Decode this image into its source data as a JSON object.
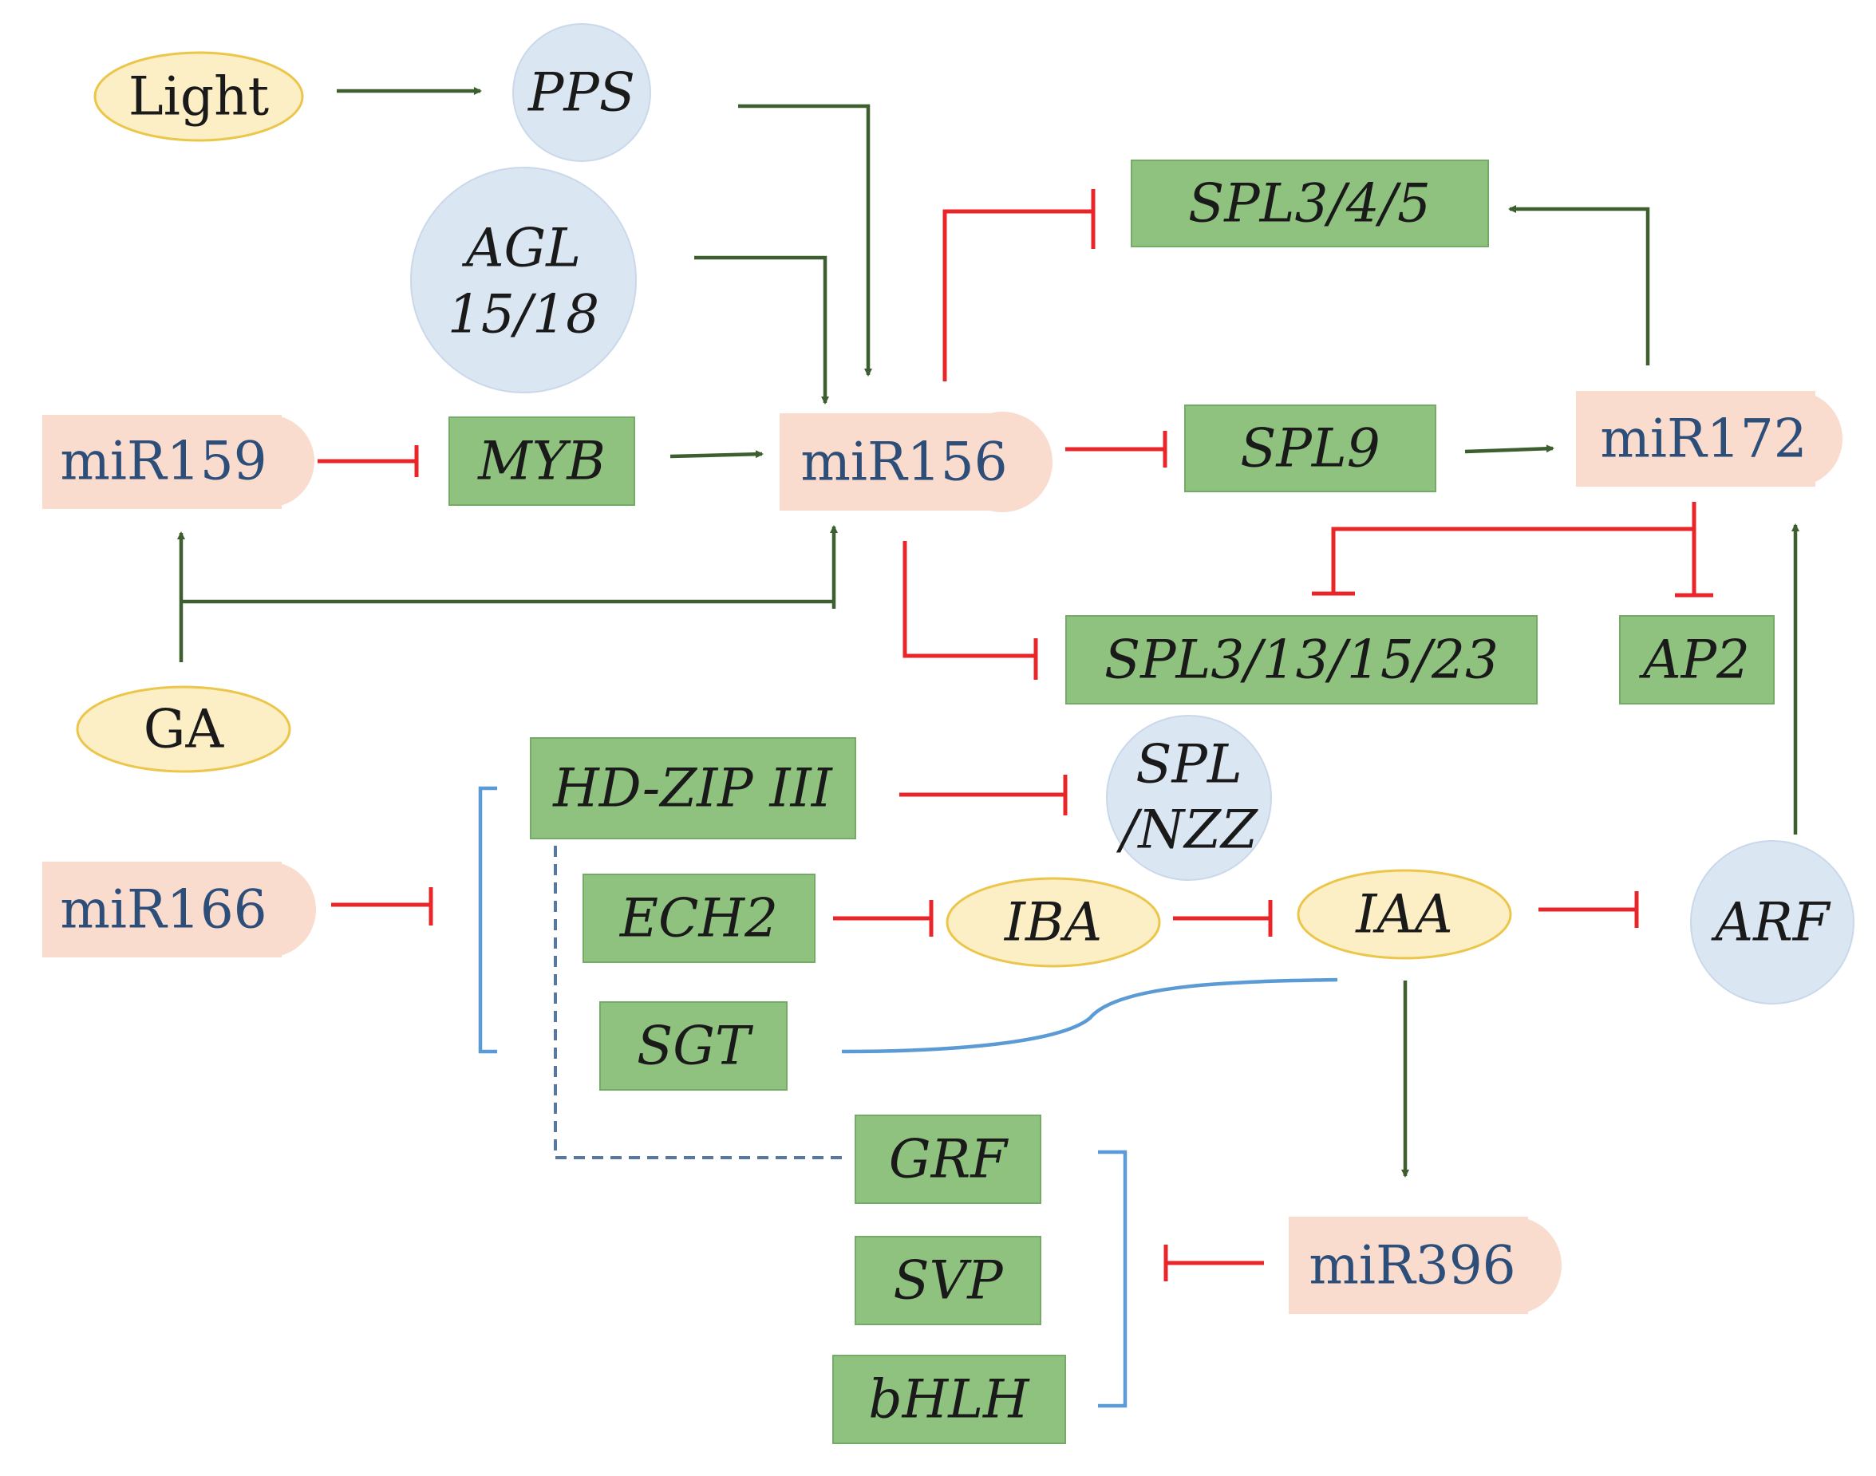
{
  "nodes": {
    "light": "Light",
    "pps": "PPS",
    "agl_line1": "AGL",
    "agl_line2": "15/18",
    "mir159": "miR159",
    "myb": "MYB",
    "mir156": "miR156",
    "spl345": "SPL3/4/5",
    "spl9": "SPL9",
    "mir172": "miR172",
    "ga": "GA",
    "spl3131523": "SPL3/13/15/23",
    "ap2": "AP2",
    "hdzip3": "HD-ZIP III",
    "splnzz_line1": "SPL",
    "splnzz_line2": "/NZZ",
    "mir166": "miR166",
    "ech2": "ECH2",
    "iba": "IBA",
    "iaa": "IAA",
    "arf": "ARF",
    "sgt": "SGT",
    "grf": "GRF",
    "svp": "SVP",
    "bhlh": "bHLH",
    "mir396": "miR396"
  },
  "colors": {
    "activation": "#3d5e2f",
    "inhibition": "#e8262a",
    "bracket": "#5b9bd5",
    "gene_box": "#8fc27f",
    "protein_circle": "#dbe6f3",
    "hormone_ellipse": "#fcefc6",
    "mirna_node": "#f9dccd"
  }
}
